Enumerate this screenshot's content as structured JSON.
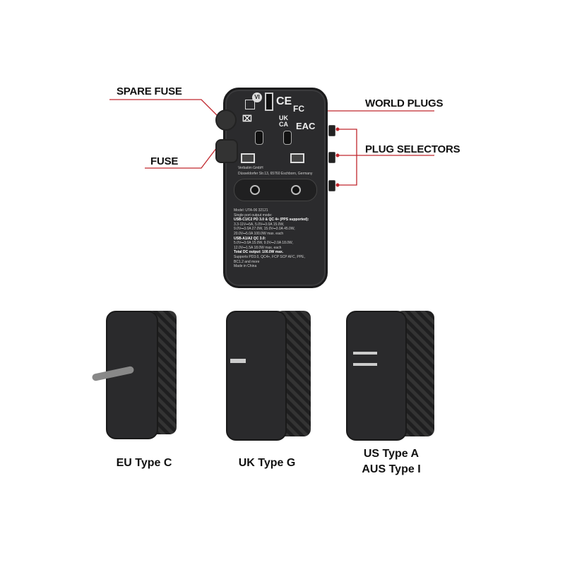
{
  "callouts": {
    "spare_fuse": "SPARE FUSE",
    "fuse": "FUSE",
    "world_plugs": "WORLD PLUGS",
    "plug_selectors": "PLUG SELECTORS"
  },
  "device": {
    "marks": {
      "vi": "VI",
      "ce": "CE",
      "fc": "FC",
      "ukca": "UK CA",
      "eac": "EAC"
    },
    "manufacturer": "Verbatim GmbH",
    "address": "Düsseldorfer Str.13, 65760 Eschborn, Germany",
    "spec_lines": [
      "Model: UTA-06 32121",
      "Single port output mode:",
      "USB-C1/C2 PD 3.0 & QC 4+ (PPS supported):",
      "3.3-11V⎓5A, 5.0V⎓3.0A 15.0W,",
      "9.0V⎓3.0A 27.0W, 15.0V⎓3.0A 45.0W,",
      "20.0V⎓5.0A 100.0W max. each",
      "USB-A1/A2 QC 3.0:",
      "5.0V⎓3.0A 15.0W, 9.0V⎓2.0A 18.0W,",
      "12.0V⎓1.5A 18.0W max. each",
      "Total DC output: 100.0W max.",
      "Supports PD3.0, QC4+, FCP SCP AFC, PPE,",
      "BC1.2 and more",
      "Made in China"
    ]
  },
  "variants": [
    {
      "caption_1": "EU Type C"
    },
    {
      "caption_1": "UK Type G"
    },
    {
      "caption_1": "US Type A",
      "caption_2": "AUS Type I"
    }
  ],
  "colors": {
    "accent": "#c0272d",
    "device": "#2b2b2d"
  }
}
